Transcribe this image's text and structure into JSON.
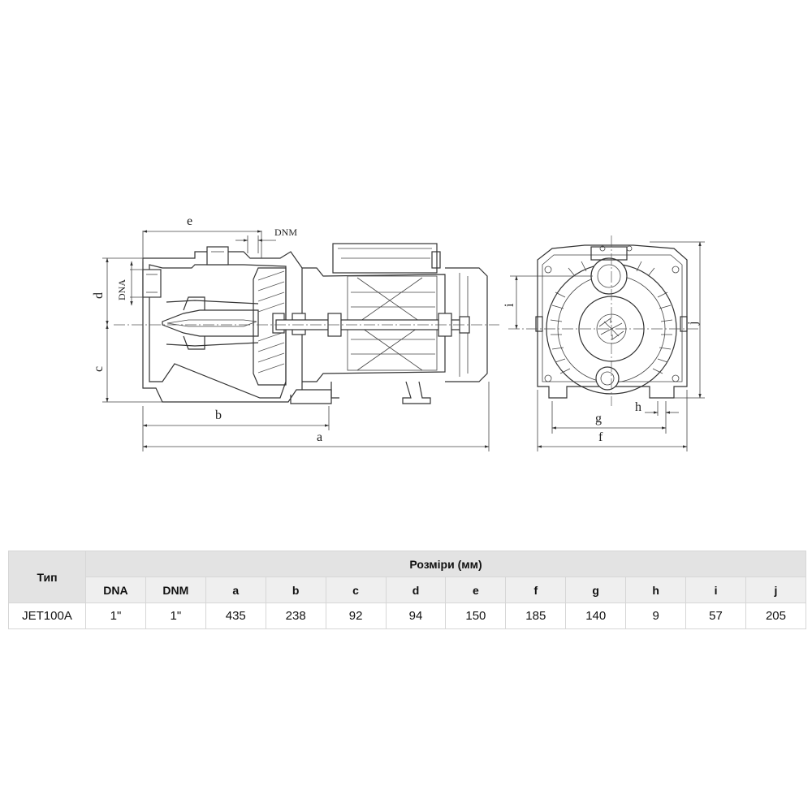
{
  "drawing": {
    "labels": {
      "a": "a",
      "b": "b",
      "c": "c",
      "d": "d",
      "e": "e",
      "f": "f",
      "g": "g",
      "h": "h",
      "i": "i",
      "j": "j",
      "dna": "DNA",
      "dnm": "DNM"
    }
  },
  "table": {
    "type_header": "Тип",
    "group_header": "Розміри (мм)",
    "columns": [
      "DNA",
      "DNM",
      "a",
      "b",
      "c",
      "d",
      "e",
      "f",
      "g",
      "h",
      "i",
      "j"
    ],
    "rows": [
      {
        "type": "JET100A",
        "values": [
          "1\"",
          "1\"",
          "435",
          "238",
          "92",
          "94",
          "150",
          "185",
          "140",
          "9",
          "57",
          "205"
        ]
      }
    ]
  }
}
